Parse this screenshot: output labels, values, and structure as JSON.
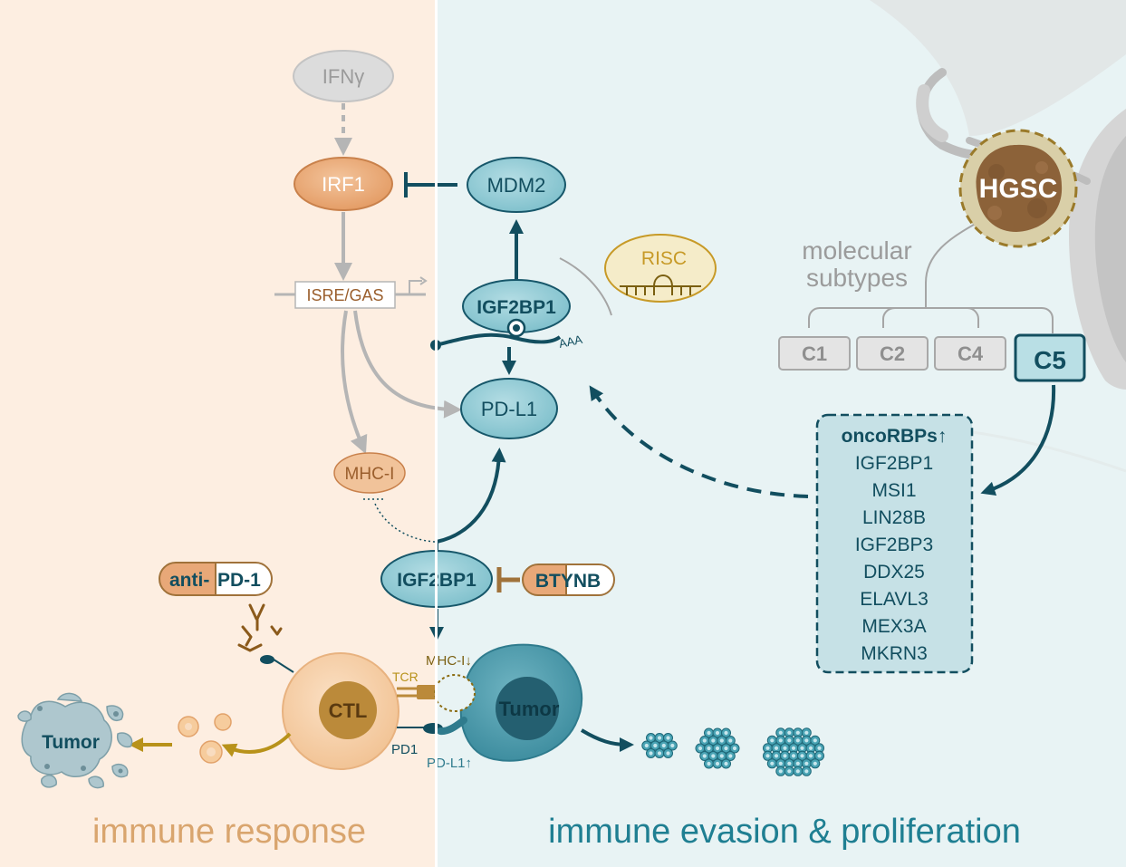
{
  "labels": {
    "ifng": "IFNγ",
    "irf1": "IRF1",
    "mdm2": "MDM2",
    "isre_gas": "ISRE/GAS",
    "igf2bp1_mrna": "IGF2BP1",
    "risc": "RISC",
    "aaa": "AAA",
    "pdl1": "PD-L1",
    "mhci": "MHC-I",
    "igf2bp1_main": "IGF2BP1",
    "btynb": "BTYNB",
    "anti": "anti-",
    "pd1_drug": "PD-1",
    "ctl": "CTL",
    "tcr": "TCR",
    "mhci_down": "MHC-I↓",
    "pd1": "PD1",
    "pdl1_up": "PD-L1↑",
    "tumor_right": "Tumor",
    "tumor_left": "Tumor",
    "hgsc": "HGSC",
    "molecular": "molecular",
    "subtypes": "subtypes",
    "immune_response": "immune response",
    "immune_evasion": "immune evasion & proliferation"
  },
  "subtypes": [
    "C1",
    "C2",
    "C4",
    "C5"
  ],
  "oncorbps": {
    "title": "oncoRBPs↑",
    "items": [
      "IGF2BP1",
      "MSI1",
      "LIN28B",
      "IGF2BP3",
      "DDX25",
      "ELAVL3",
      "MEX3A",
      "MKRN3"
    ]
  },
  "colors": {
    "left_bg": "#fdeee1",
    "right_bg": "#e8f3f4",
    "orange_fill": "#e8a878",
    "orange_stroke": "#c9814b",
    "orange_text": "#9a5e2c",
    "teal_fill": "#8ec9d3",
    "teal_stroke": "#17576a",
    "teal_dark": "#124e5f",
    "gold": "#b8921a",
    "gray": "#b5b5b5"
  }
}
